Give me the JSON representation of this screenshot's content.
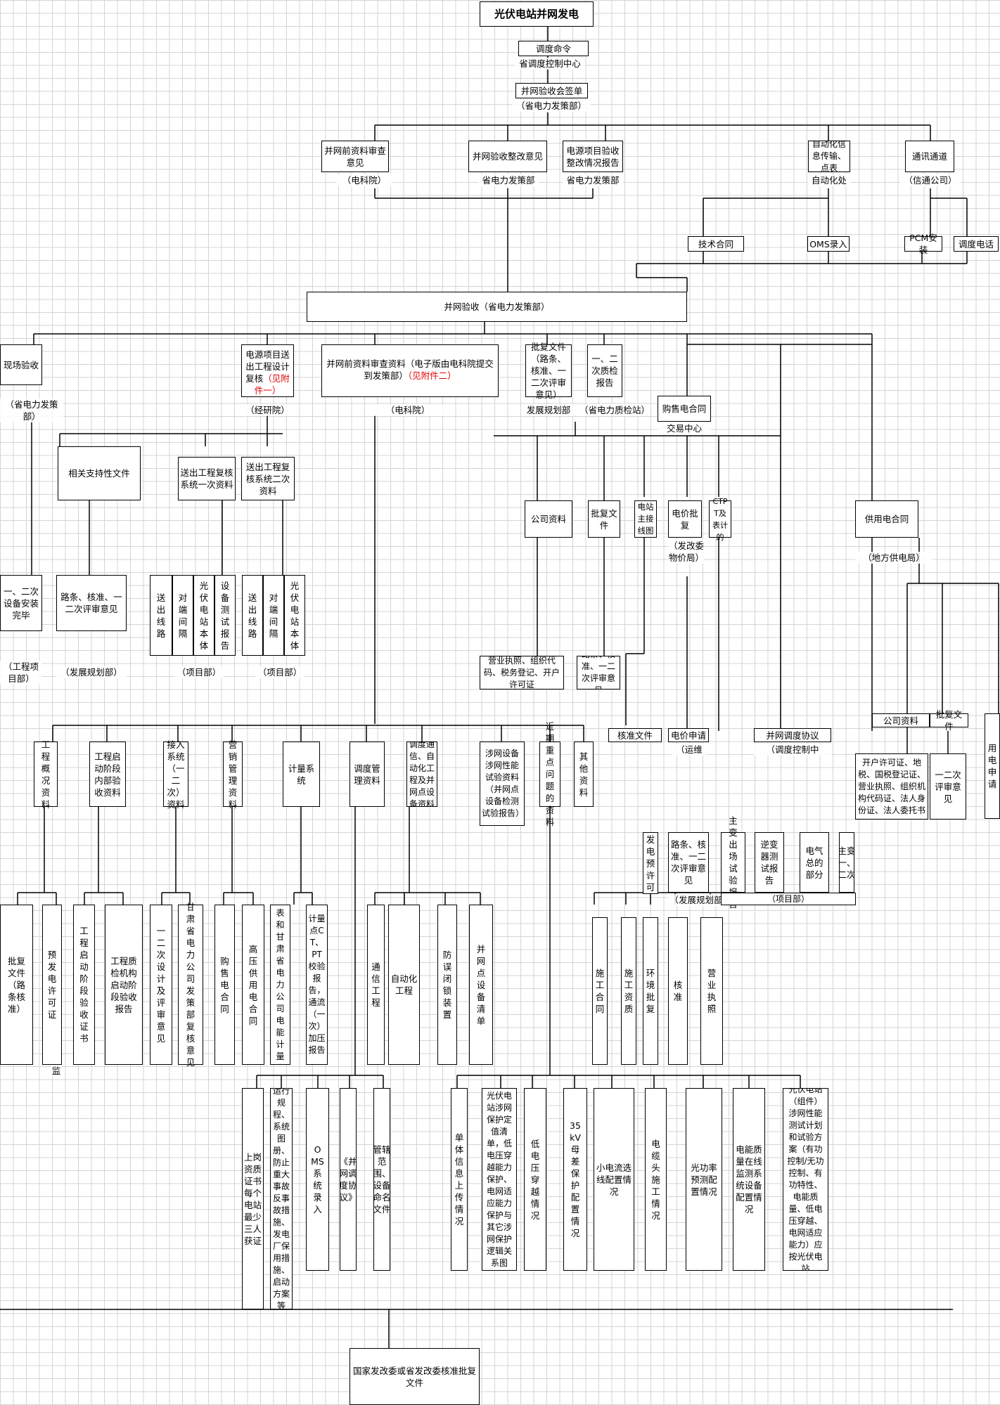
{
  "boxes": {
    "root": "光伏电站并网发电",
    "dispatch_cmd": "调度命令",
    "sign": "并网验收会签单",
    "pre_review": "并网前资料审查意见",
    "rectify": "并网验收整改意见",
    "rectify_report": "电源项目验收整改情况报告",
    "auto_info": "自动化信息传输、点表",
    "comm": "通讯通道",
    "tech_contract": "技术合同",
    "oms": "OMS录入",
    "pcm": "PCM安装",
    "dispatch_phone": "调度电话",
    "acceptance": "并网验收（省电力发策部）",
    "site": "现场验收",
    "design_review_a": "电源项目送出工程设计复核",
    "design_review_red": "（见附件一）",
    "pre_data_a": "并网前资料审查资料（电子版由电科院提交到发策部）",
    "pre_data_red": "（见附件二）",
    "approval_docs": "批复文件（路条、核准、一二次评审意见）",
    "quality_report": "一、二次质检报告",
    "purchase": "购售电合同",
    "support_docs": "相关支持性文件",
    "primary": "送出工程复核系统一次资料",
    "secondary": "送出工程复核系统二次资料",
    "equip_done": "一、二次设备安装完毕",
    "route_review": "路条、核准、一二次评审意见",
    "send_line": "送出线路",
    "bay1": "对端间隔",
    "pv_body1": "光伏电站本体",
    "test_report": "设备测试报告",
    "send_line2": "送出线路",
    "bay2": "对端间隔",
    "pv_body2": "光伏电站本体",
    "company_data": "公司资料",
    "approval2": "批复文件",
    "wiring": "电站主接线图",
    "price": "电价批复",
    "ctpt": "CTPT及表计的",
    "power_contract": "供用电合同",
    "license": "营业执照、组织代码、税务登记、开户许可证",
    "route2": "路条、核准、一二次评审意见",
    "approval_file": "核准文件",
    "price_apply": "电价申请",
    "dispatch_agree": "并网调度协议",
    "company_data2": "公司资料",
    "approval3": "批复文件",
    "power_apply": "用电申请",
    "overview": "工程概况资料",
    "startup": "工程启动阶段内部验收资料",
    "access": "接入系统（一二次）资料",
    "marketing": "营销管理资料",
    "metering": "计量系统",
    "dispatch_mgmt": "调度管理资料",
    "dispatch_comm": "调度通信、自动化工程及并网点设备资料",
    "grid_test": "涉网设备涉网性能试验资料（并网点设备检测试验报告）",
    "recent_issue": "近期重点问题的资料",
    "other": "其他资料",
    "license_list": "开户许可证、地税、国税登记证、营业执照、组织机构代码证、法人身份证、法人委托书",
    "review2": "一二次评审意见",
    "gen_permit": "发电预许可",
    "route3": "路条、核准、一二次评审意见",
    "main_transformer": "主变出场试验报告",
    "inverter": "逆变器测试报告",
    "elec_total": "电气总的部分",
    "main_trans2": "主变一、二次",
    "approval_route": "批复文件（路条核准）",
    "pre_gen_permit": "预发电许可证",
    "startup_cert": "工程启动阶段验收证书",
    "quality_report2": "工程质检机构启动阶段验收报告",
    "design_review2": "一二次设计及评审意见",
    "gansu": "甘肃省电力公司发策部复核意见",
    "purchase2": "购售电合同",
    "hv_contract": "高压供用电合同",
    "metering_cfg": "计量系统配置表和甘肃省电力公司电能计量中心检定证书",
    "meter_ct": "计量点CT、PT校验报告，通流（一次）加压报告",
    "comm_proj": "通信工程",
    "auto_proj": "自动化工程",
    "anti_misop": "防误闭锁装置",
    "grid_list": "并网点设备清单",
    "construct_contract": "施工合同",
    "construct_qual": "施工资质",
    "env": "环境批复",
    "approve": "核准",
    "biz_license": "营业执照",
    "cert_person": "上岗资质证书每个电站最少三人获证",
    "ops_rules": "运行规程、系统图册、防止重大事故反事故措施、发电厂保用措施、启动方案等",
    "oms_entry": "OMS系统录入",
    "dispatch_protocol": "《并网调度协议》",
    "jurisdiction": "管辖范围、设备命名文件",
    "unit_info": "单体信息上传情况",
    "protection": "光伏电站涉网保护定值清单，低电压穿越能力保护、电网适应能力保护与其它涉网保护逻辑关系图",
    "lvrt": "低电压穿越情况",
    "bus_protect": "35kV母差保护配置情况",
    "small_current": "小电流选线配置情况",
    "cable": "电缆头施工情况",
    "power_forecast": "光功率预测配置情况",
    "pq_monitor": "电能质量在线监测系统设备配置情况",
    "pv_test": "光伏电站（组件）涉网性能测试计划和试验方案（有功控制/无功控制、有功特性、电能质量、低电压穿越、电网适应能力）应按光伏电站",
    "final": "国家发改委或省发改委核准批复文件"
  },
  "labels": {
    "prov_dispatch": "省调度控制中心",
    "prov_strategy": "（省电力发策部）",
    "epri": "（电科院）",
    "prov_strategy2": "省电力发策部",
    "prov_strategy3": "省电力发策部",
    "auto_dept": "自动化处",
    "comm_co": "（信通公司）",
    "prov_strategy4": "（省电力发策部）",
    "design_inst": "（经研院）",
    "epri2": "（电科院）",
    "dev_plan": "发展规划部",
    "quality_station": "（省电力质检站）",
    "trade_center": "交易中心",
    "price_bureau": "（发改委物价局）",
    "local_power": "（地方供电局）",
    "proj_dept": "（工程项目部）",
    "dev_plan2": "（发展规划部）",
    "proj_dept2": "（项目部）",
    "proj_dept3": "（项目部）",
    "ops": "（运维",
    "dispatch_ctrl": "（调度控制中",
    "dev_plan3": "（发展规划部",
    "proj_dept4": "（项目部）",
    "supervise": "监"
  }
}
